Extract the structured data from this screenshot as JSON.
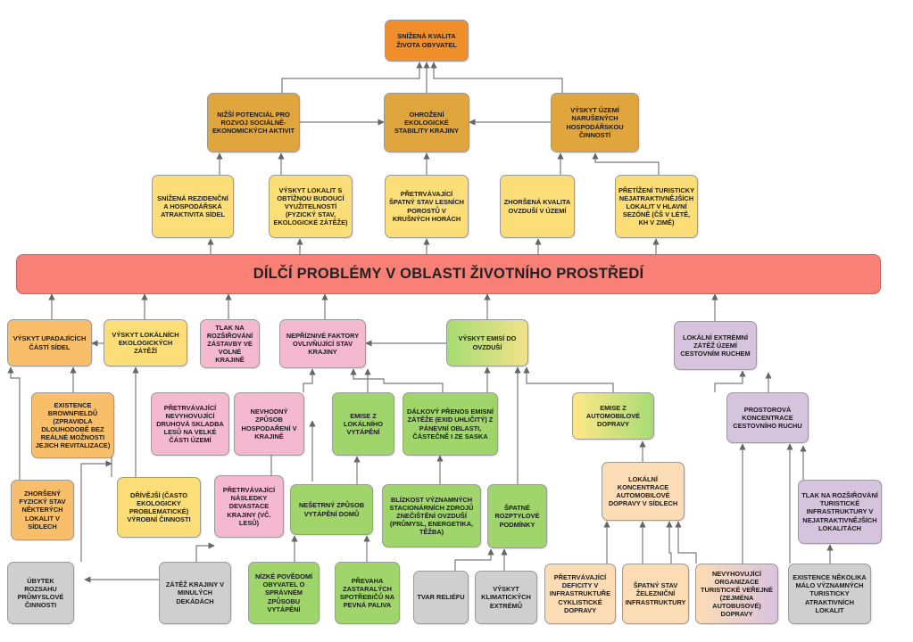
{
  "banner": "DÍLČÍ PROBLÉMY V OBLASTI ŽIVOTNÍHO PROSTŘEDÍ",
  "nodes": {
    "top": "SNÍŽENÁ KVALITA ŽIVOTA OBYVATEL",
    "potencial": "NIŽŠÍ POTENCIÁL PRO ROZVOJ SOCIÁLNĚ-EKONOMICKÝCH AKTIVIT",
    "ohrozeni": "OHROŽENÍ EKOLOGICKÉ STABILITY KRAJINY",
    "vyskyt_uzemi": "VÝSKYT ÚZEMÍ NARUŠENÝCH HOSPODÁŘSKOU ČINNOSTÍ",
    "snizena_rez": "SNÍŽENÁ REZIDENČNÍ A HOSPODÁŘSKÁ ATRAKTIVITA SÍDEL",
    "lokality": "VÝSKYT LOKALIT S OBTÍŽNOU BUDOUCÍ VYUŽITELNOSTÍ (FYZICKÝ STAV, EKOLOGICKÉ ZÁTĚŽE)",
    "lesni": "PŘETRVÁVAJÍCÍ ŠPATNÝ STAV LESNÍCH POROSTŮ V KRUŠNÝCH HORÁCH",
    "ovzdusi_kval": "ZHORŠENÁ KVALITA OVZDUŠÍ V ÚZEMÍ",
    "pretizeni": "PŘETÍŽENÍ TURISTICKY NEJATRAKTIVNĚJŠÍCH LOKALIT V HLAVNÍ SEZÓNĚ (ČŠ V LÉTĚ, KH V ZIMĚ)",
    "upadajici": "VÝSKYT UPADAJÍCÍCH ČÁSTÍ SÍDEL",
    "zateze": "VÝSKYT LOKÁLNÍCH EKOLOGICKÝCH ZÁTĚŽÍ",
    "tlak_zastavby": "TLAK NA ROZŠIŘOVÁNÍ ZÁSTAVBY VE VOLNÉ KRAJINĚ",
    "nepriznive": "NEPŘÍZNIVÉ FAKTORY OVLIVŇUJÍCÍ STAV KRAJINY",
    "emise_ovzdusi": "VÝSKYT EMISÍ DO OVZDUŠÍ",
    "lokalni_extremni": "LOKÁLNÍ EXTRÉMNÍ ZÁTĚŽ ÚZEMÍ CESTOVNÍM RUCHEM",
    "brownfieldy": "EXISTENCE BROWNFIELDŮ (ZPRAVIDLA DLOUHODOBĚ BEZ REÁLNÉ MOŽNOSTI JEJICH REVITALIZACE)",
    "druhova": "PŘETRVÁVAJÍCÍ NEVYHOVUJÍCÍ DRUHOVÁ SKLADBA LESŮ NA VELKÉ ČÁSTI ÚZEMÍ",
    "nevhodny": "NEVHODNÝ ZPŮSOB HOSPODAŘENÍ V KRAJINĚ",
    "emise_vytapeni": "EMISE Z LOKÁLNÍHO VYTÁPĚNÍ",
    "dalkovy": "DÁLKOVÝ PŘENOS EMISNÍ ZÁTĚŽE (EXID UHLIČITÝ) Z PÁNEVNÍ OBLASTI, ČÁSTEČNĚ I ZE SASKA",
    "emise_dopravy": "EMISE Z AUTOMOBILOVÉ DOPRAVY",
    "koncentrace_ruchu": "PROSTOROVÁ KONCENTRACE CESTOVNÍHO RUCHU",
    "zhorseny": "ZHORŠENÝ FYZICKÝ STAV NĚKTERÝCH LOKALIT V SÍDLECH",
    "drivejsi": "DŘÍVĚJŠÍ (ČASTO EKOLOGICKY PROBLEMATICKÉ) VÝROBNÍ ČINNOSTI",
    "devastace": "PŘETRVÁVAJÍCÍ NÁSLEDKY DEVASTACE KRAJINY (VČ. LESŮ)",
    "nesetrny": "NEŠETRNÝ ZPŮSOB VYTÁPĚNÍ DOMŮ",
    "blizkost": "BLÍZKOST VÝZNAMNÝCH STACIONÁRNÍCH ZDROJŮ ZNEČIŠTĚNÍ OVZDUŠÍ (PRŮMYSL, ENERGETIKA, TĚŽBA)",
    "rozptylove": "ŠPATNÉ ROZPTYLOVÉ PODMÍNKY",
    "koncentrace_dopravy": "LOKÁLNÍ KONCENTRACE AUTOMOBILOVÉ DOPRAVY V SÍDLECH",
    "tlak_turisticke": "TLAK NA ROZŠIŘOVÁNÍ TURISTICKÉ INFRASTRUKTURY V NEJATRAKTIVNĚJŠÍCH LOKALITÁCH",
    "ubytek": "ÚBYTEK ROZSAHU PRŮMYSLOVÉ ČINNOSTI",
    "zatez_minulych": "ZÁTĚŽ KRAJINY V MINULÝCH DEKÁDÁCH",
    "povedomi": "NÍZKÉ POVĚDOMÍ OBYVATEL O SPRÁVNÉM ZPŮSOBU VYTÁPĚNÍ",
    "prevaha": "PŘEVAHA ZASTARALÝCH SPOTŘEBIČŮ NA PEVNÁ PALIVA",
    "tvar": "TVAR RELIÉFU",
    "klimaticke": "VÝSKYT KLIMATICKÝCH EXTRÉMŮ",
    "cyklisticke": "PŘETRVÁVAJÍCÍ DEFICITY V INFRASTRUKTUŘE CYKLISTICKÉ DOPRAVY",
    "zeleznicni": "ŠPATNÝ STAV ŽELEZNIČNÍ INFRASTRUKTURY",
    "nevyhovujici_org": "NEVYHOVUJÍCÍ ORGANIZACE TURISTICKÉ VEŘEJNÉ (ZEJMÉNA AUTOBUSOVÉ) DOPRAVY",
    "existence_lokalit": "EXISTENCE NĚKOLIKA MÁLO VÝZNAMNÝCH TURISTICKY ATRAKTIVNÍCH LOKALIT"
  }
}
